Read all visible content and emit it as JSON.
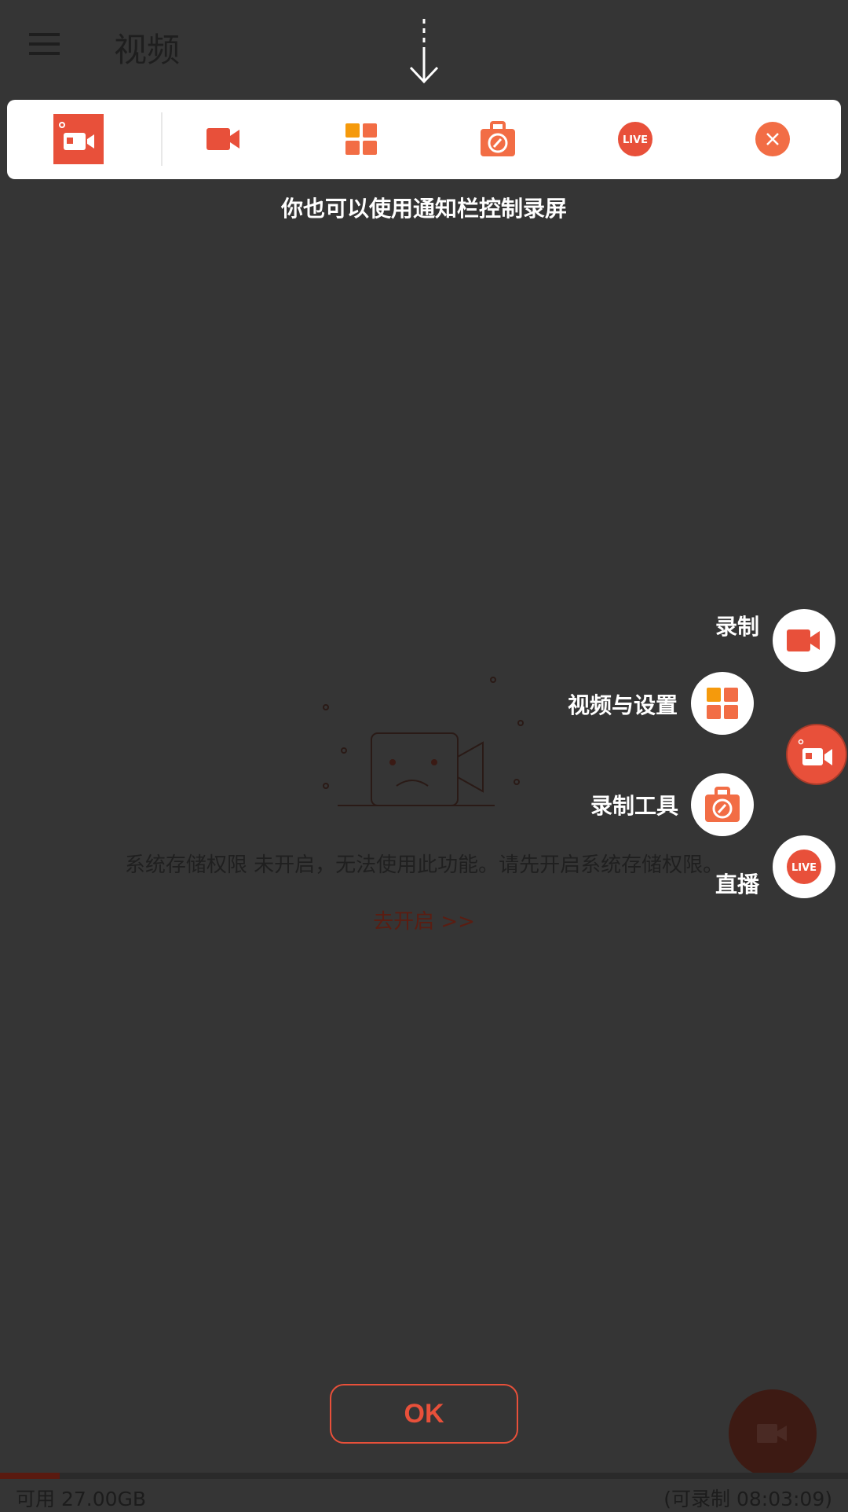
{
  "header": {
    "title": "视频",
    "menu_icon": "hamburger-icon"
  },
  "notification_bar": {
    "icons": [
      "app-logo-icon",
      "record-icon",
      "grid-icon",
      "toolbox-icon",
      "live-icon",
      "close-icon"
    ],
    "caption": "你也可以使用通知栏控制录屏"
  },
  "empty_state": {
    "message": "系统存储权限 未开启，无法使用此功能。请先开启系统存储权限。",
    "link": "去开启 >>"
  },
  "fab_menu": {
    "items": [
      {
        "label": "录制",
        "icon": "record-icon"
      },
      {
        "label": "视频与设置",
        "icon": "grid-icon"
      },
      {
        "label": "录制工具",
        "icon": "toolbox-icon"
      },
      {
        "label": "直播",
        "icon": "live-icon",
        "badge": "LIVE"
      }
    ]
  },
  "ok_button": "OK",
  "storage": {
    "available": "可用 27.00GB",
    "recordable": "(可录制 08:03:09)",
    "used_fraction": 0.07
  },
  "colors": {
    "accent": "#e8503a",
    "orange": "#f58a3d",
    "background": "#353535"
  }
}
